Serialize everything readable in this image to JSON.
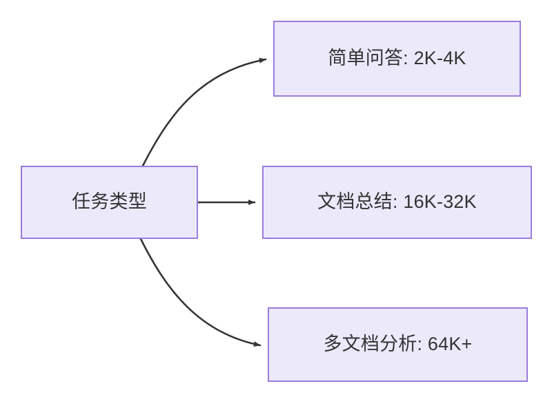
{
  "diagram": {
    "type": "flowchart",
    "direction": "left-to-right",
    "background_color": "#ffffff",
    "node_fill_color": "#ece9fb",
    "node_border_color": "#9a7bdc",
    "text_color": "#333333",
    "edge_color": "#333333",
    "nodes": [
      {
        "id": "root",
        "label": "任务类型"
      },
      {
        "id": "simple_qa",
        "label": "简单问答: 2K-4K"
      },
      {
        "id": "doc_summary",
        "label": "文档总结: 16K-32K"
      },
      {
        "id": "multi_doc",
        "label": "多文档分析: 64K+"
      }
    ],
    "edges": [
      {
        "from": "root",
        "to": "simple_qa",
        "style": "curved",
        "arrowhead": "solid-triangle",
        "label": ""
      },
      {
        "from": "root",
        "to": "doc_summary",
        "style": "straight",
        "arrowhead": "solid-triangle",
        "label": ""
      },
      {
        "from": "root",
        "to": "multi_doc",
        "style": "curved",
        "arrowhead": "solid-triangle",
        "label": ""
      }
    ]
  }
}
